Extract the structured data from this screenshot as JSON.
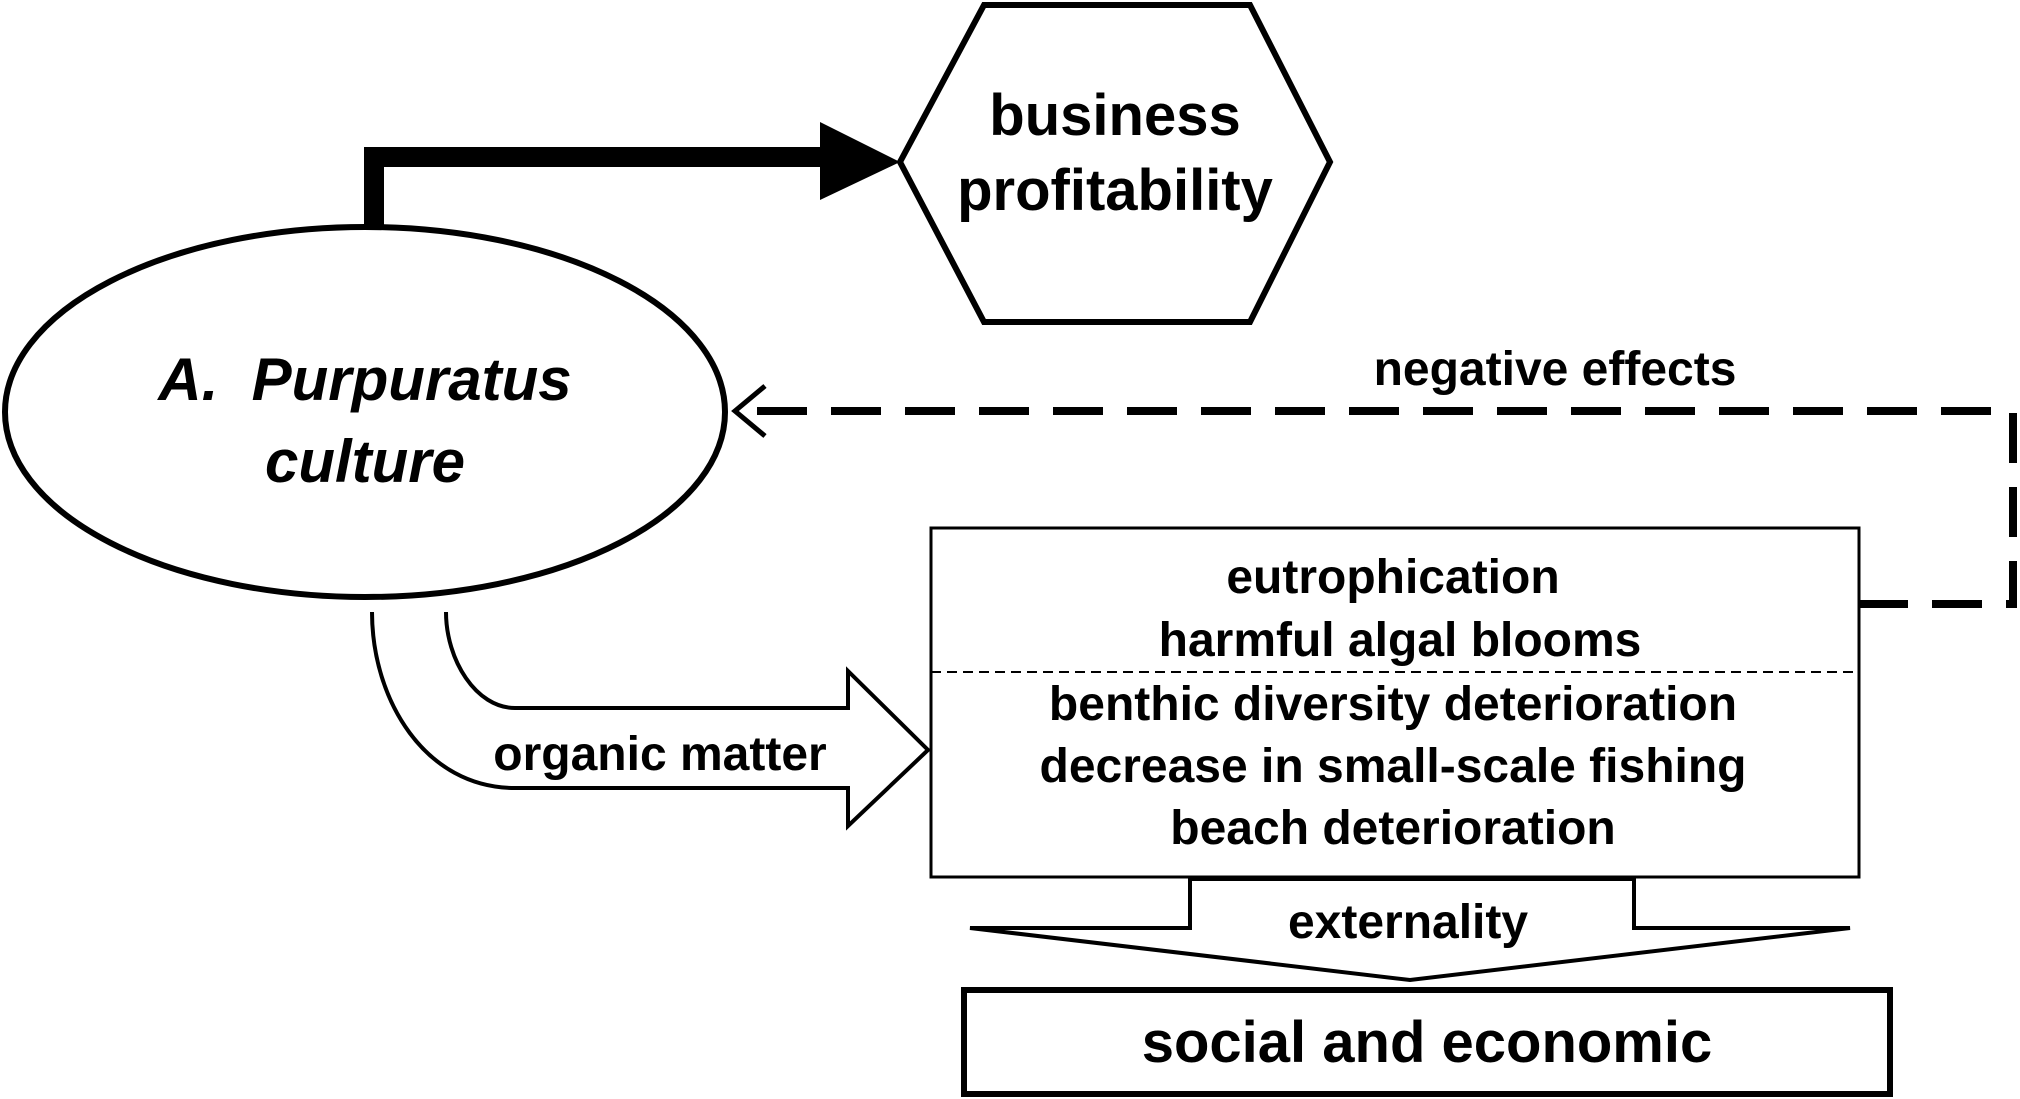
{
  "nodes": {
    "culture": {
      "line1": "A.  Purpuratus",
      "line2": "culture"
    },
    "profit": {
      "line1": "business",
      "line2": "profitability"
    },
    "impacts": {
      "top_lines": [
        "eutrophication",
        "harmful algal blooms"
      ],
      "bottom_lines": [
        "benthic diversity deterioration",
        "decrease in small-scale fishing",
        "beach deterioration"
      ]
    },
    "social": {
      "label": "social and economic"
    }
  },
  "edges": {
    "negative": {
      "label": "negative effects"
    },
    "organic": {
      "label": "organic matter"
    },
    "externality": {
      "label": "externality"
    }
  }
}
